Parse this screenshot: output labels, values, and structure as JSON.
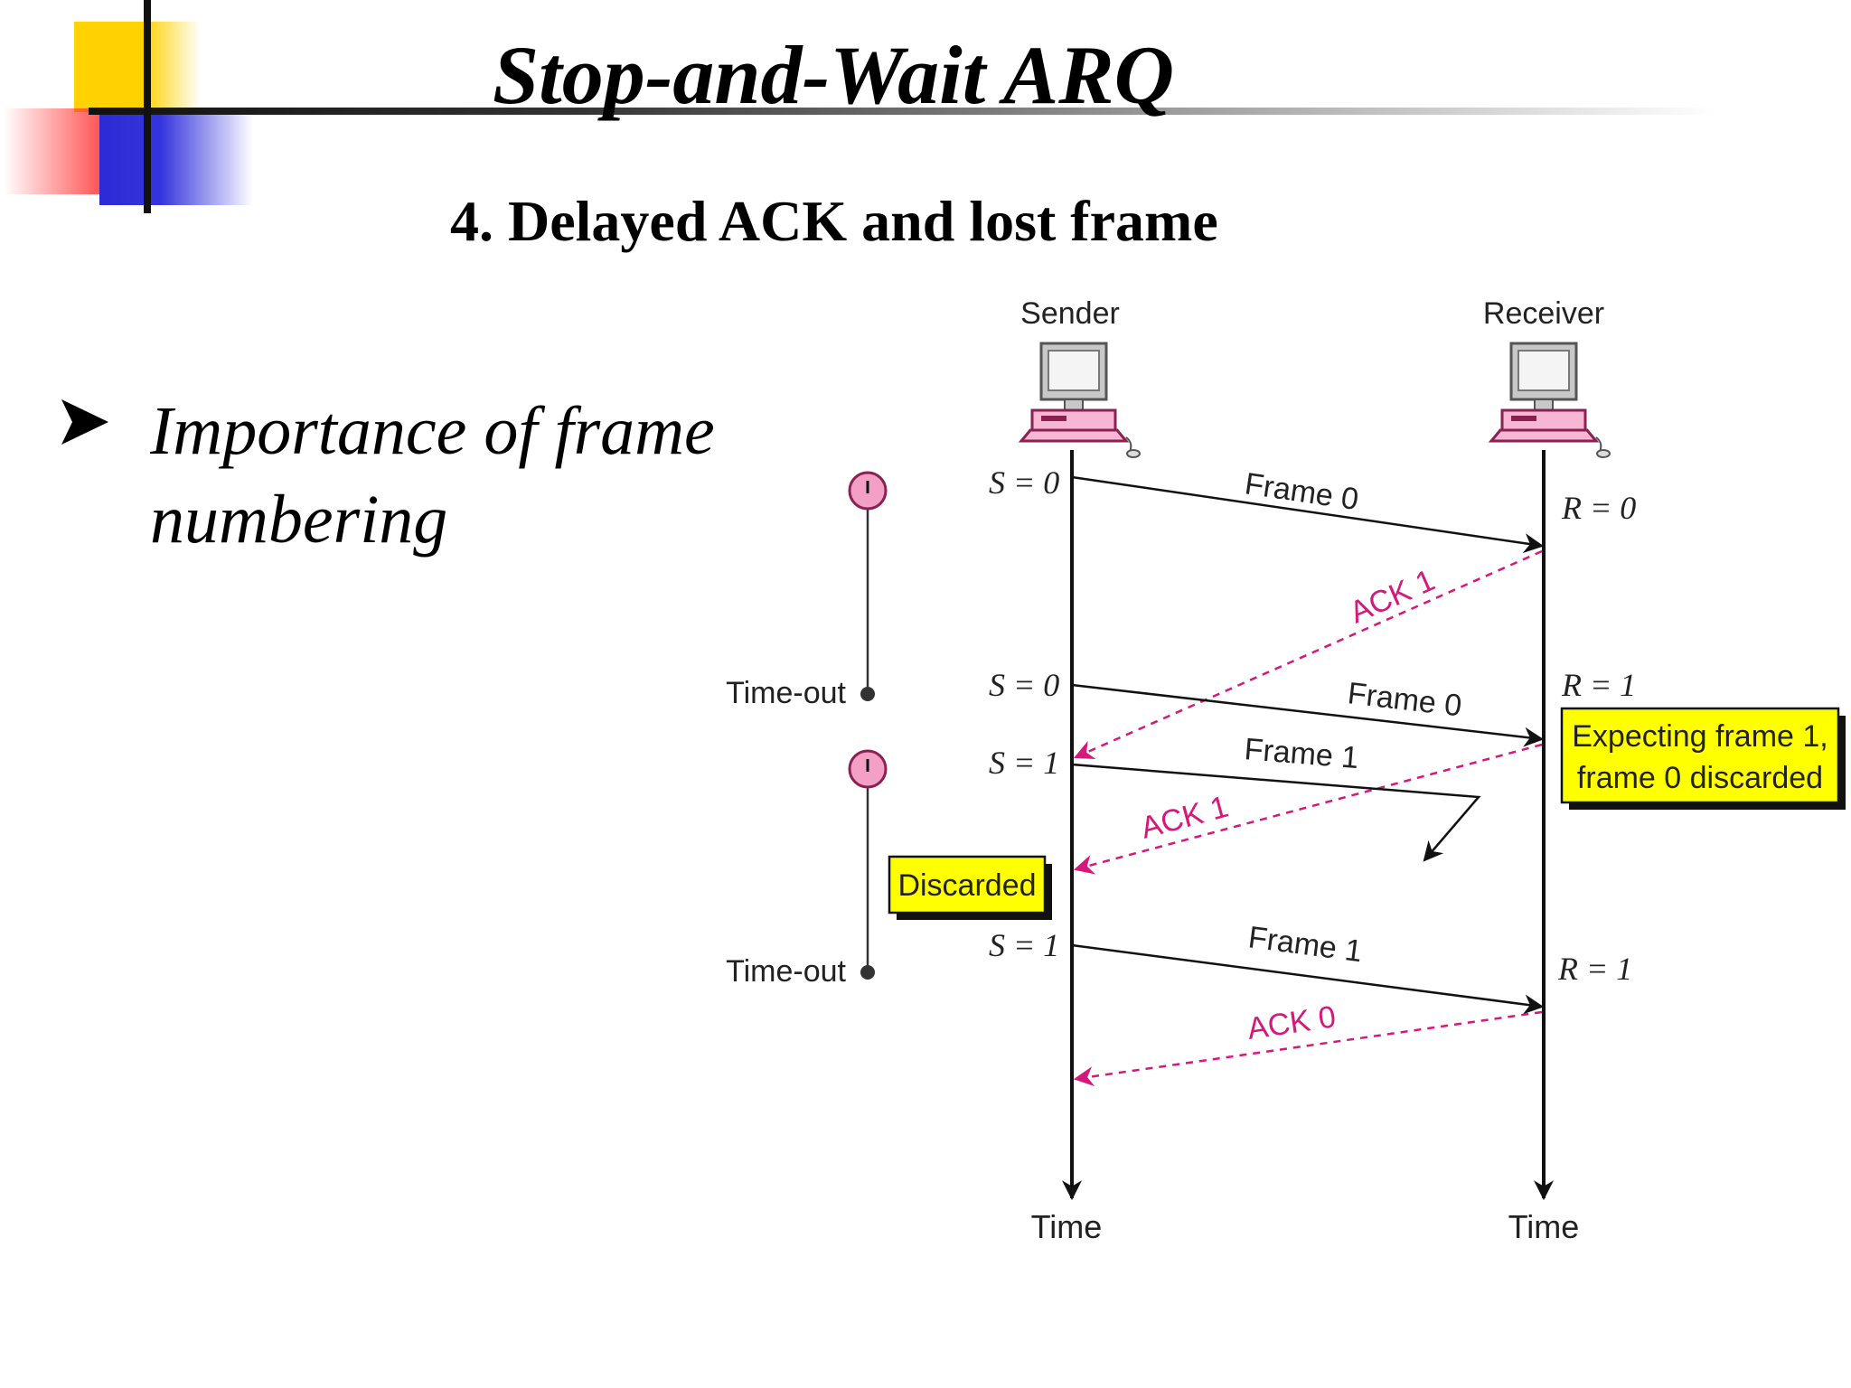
{
  "slide": {
    "title": "Stop-and-Wait ARQ",
    "subtitle": "4. Delayed ACK and lost frame",
    "bullet_line1": "Importance of frame",
    "bullet_line2": "numbering"
  },
  "diagram": {
    "sender_label": "Sender",
    "receiver_label": "Receiver",
    "time_label_sender": "Time",
    "time_label_receiver": "Time",
    "timeout_label_1": "Time-out",
    "timeout_label_2": "Time-out",
    "s_labels": [
      "S = 0",
      "S = 0",
      "S = 1",
      "S = 1"
    ],
    "r_labels": [
      "R = 0",
      "R = 1",
      "R = 1"
    ],
    "frames": [
      "Frame 0",
      "Frame 0",
      "Frame 1",
      "Frame 1"
    ],
    "acks": [
      "ACK 1",
      "ACK 1",
      "ACK 0"
    ],
    "note_expecting_line1": "Expecting frame 1,",
    "note_expecting_line2": "frame 0 discarded",
    "note_discarded": "Discarded"
  },
  "colors": {
    "ack": "#d6187a",
    "note_fill": "#ffff00",
    "timer": "#f4a0c6",
    "pc_case": "#c8c8c8",
    "pc_base": "#f7b6d4"
  }
}
